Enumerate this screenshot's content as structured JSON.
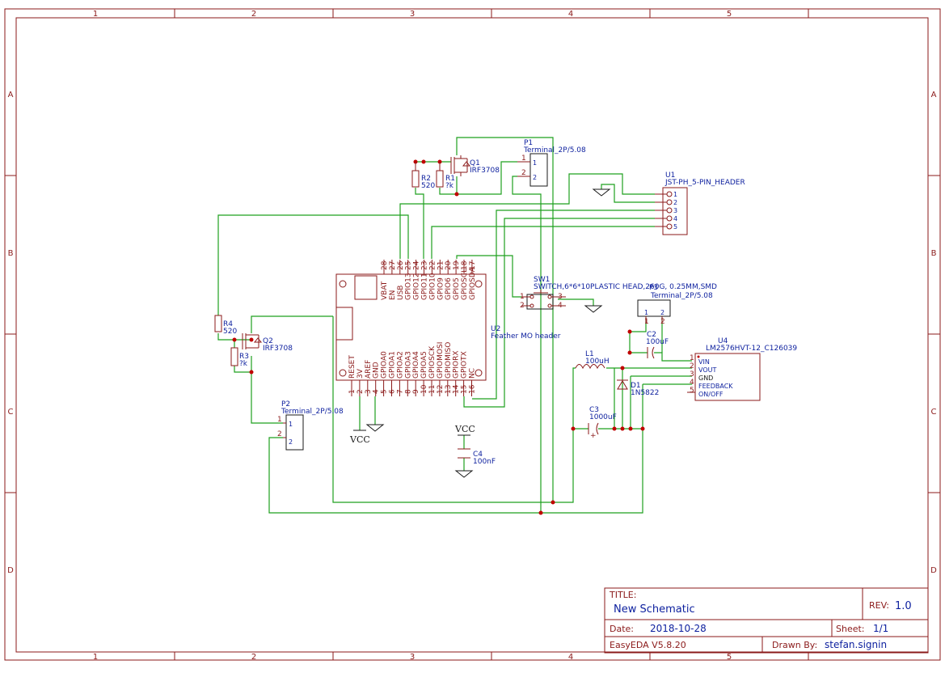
{
  "frame": {
    "columns": [
      "1",
      "2",
      "3",
      "4",
      "5"
    ],
    "rows": [
      "A",
      "B",
      "C",
      "D"
    ]
  },
  "title_block": {
    "title_label": "TITLE:",
    "title_value": "New Schematic",
    "rev_label": "REV:",
    "rev_value": "1.0",
    "date_label": "Date:",
    "date_value": "2018-10-28",
    "sheet_label": "Sheet:",
    "sheet_value": "1/1",
    "software": "EasyEDA V5.8.20",
    "drawn_label": "Drawn By:",
    "drawn_value": "stefan.signin"
  },
  "components": {
    "p1": {
      "ref": "P1",
      "value": "Terminal_2P/5.08",
      "pins": [
        "1",
        "2"
      ]
    },
    "q1": {
      "ref": "Q1",
      "value": "IRF3708"
    },
    "r2": {
      "ref": "R2",
      "value": "520"
    },
    "r1": {
      "ref": "R1",
      "value": "?k"
    },
    "u1": {
      "ref": "U1",
      "value": "JST-PH_5-PIN_HEADER",
      "pins": [
        "1",
        "2",
        "3",
        "4",
        "5"
      ]
    },
    "u2": {
      "ref": "U2",
      "value": "Feather MO header",
      "top_pin_numbers": [
        "28",
        "27",
        "26",
        "25",
        "24",
        "23",
        "22",
        "21",
        "20",
        "19",
        "18",
        "17"
      ],
      "top_pin_names": [
        "VBAT",
        "EN",
        "USB",
        "GPIO13",
        "GPIO12",
        "GPIO11",
        "GPIO10",
        "GPIO9",
        "GPIO6",
        "GPIO5",
        "GPIOSCL",
        "GPIOSDA"
      ],
      "bottom_pin_names": [
        "RESET",
        "3V",
        "AREF",
        "GND",
        "GPIOA0",
        "GPIOA1",
        "GPIOA2",
        "GPIOA3",
        "GPIOA4",
        "GPIOA5",
        "GPIOSCK",
        "GPIOMOSI",
        "GPIOMISO",
        "GPIORX",
        "GPIOTX",
        "NC"
      ],
      "bottom_pin_numbers": [
        "1",
        "2",
        "3",
        "4",
        "5",
        "6",
        "7",
        "8",
        "9",
        "10",
        "11",
        "12",
        "13",
        "14",
        "15",
        "16"
      ]
    },
    "sw1": {
      "ref": "SW1",
      "value": "SWITCH,6*6*10PLASTIC HEAD,260G, 0.25MM,SMD",
      "pins": [
        "1",
        "2",
        "3",
        "4"
      ]
    },
    "p3": {
      "ref": "P3",
      "value": "Terminal_2P/5.08",
      "pins": [
        "1",
        "2"
      ]
    },
    "c2": {
      "ref": "C2",
      "value": "100uF"
    },
    "u4": {
      "ref": "U4",
      "value": "LM2576HVT-12_C126039",
      "pins": [
        "1",
        "2",
        "3",
        "4",
        "5"
      ],
      "pin_names": [
        "VIN",
        "VOUT",
        "GND",
        "FEEDBACK",
        "ON/OFF"
      ]
    },
    "l1": {
      "ref": "L1",
      "value": "100uH"
    },
    "d1": {
      "ref": "D1",
      "value": "1N5822"
    },
    "c3": {
      "ref": "C3",
      "value": "1000uF"
    },
    "r4": {
      "ref": "R4",
      "value": "520"
    },
    "q2": {
      "ref": "Q2",
      "value": "IRF3708"
    },
    "r3": {
      "ref": "R3",
      "value": "?k"
    },
    "p2": {
      "ref": "P2",
      "value": "Terminal_2P/5.08",
      "pins": [
        "1",
        "2"
      ]
    },
    "c4": {
      "ref": "C4",
      "value": "100nF"
    }
  },
  "nets": {
    "vcc_3v": "VCC",
    "vcc_cap": "VCC"
  },
  "colors": {
    "frame": "#8b1a1a",
    "wire": "#1ea01e",
    "component_label": "#0c1f9e",
    "junction": "#c00000"
  }
}
